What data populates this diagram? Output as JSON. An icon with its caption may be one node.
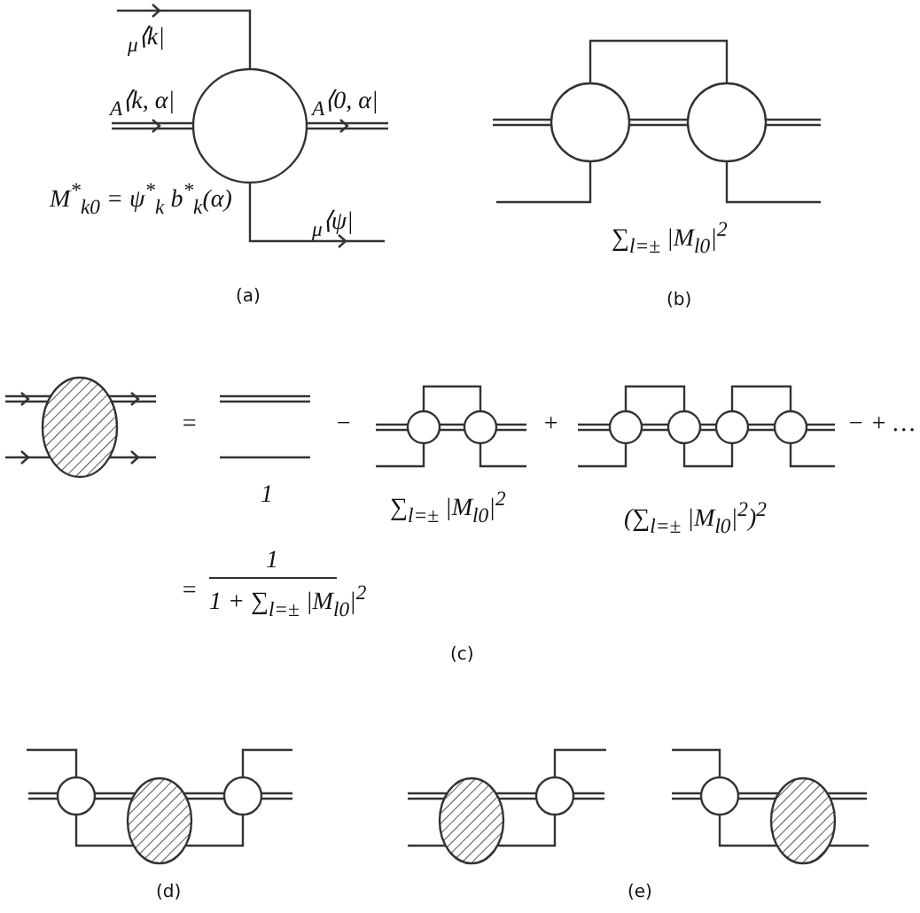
{
  "diagram": {
    "labels": [
      "$_{μ}$⟨k|",
      "$_{A}$⟨k, α|",
      "$_{A}$⟨0, α|",
      "M$^{*}$$_{k0}$ = ψ$^{*}$$_{k}$ b$^{*}$$_{k}$(α)",
      "$_{μ}$⟨ψ|",
      "(a)",
      "∑$_{l=±}$ |M$_{l0}$|$^{2}$",
      "(b)",
      "=",
      "1",
      "−",
      "∑$_{l=±}$ |M$_{l0}$|$^{2}$",
      "+",
      "(∑$_{l=±}$ |M$_{l0}$|$^{2}$)$^{2}$",
      "− + …",
      "=",
      "1",
      "1 + ∑$_{l=±}$ |M$_{l0}$|$^{2}$",
      "(c)",
      "(d)",
      "(e)"
    ]
  }
}
